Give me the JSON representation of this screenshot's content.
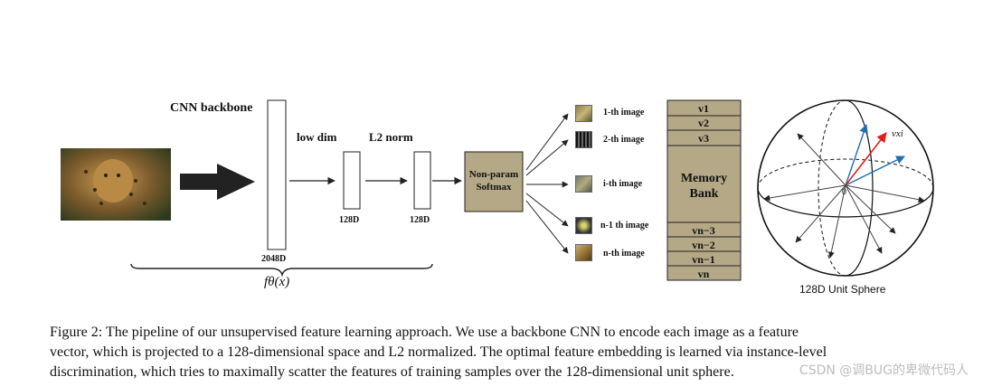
{
  "diagram": {
    "cnn_label": "CNN backbone",
    "low_dim_label": "low dim",
    "l2_norm_label": "L2 norm",
    "dim_2048": "2048D",
    "dim_128_a": "128D",
    "dim_128_b": "128D",
    "ftheta_label": "fθ(x)",
    "softmax_line1": "Non-param",
    "softmax_line2": "Softmax",
    "images": [
      {
        "label": "1-th image"
      },
      {
        "label": "2-th image"
      },
      {
        "label": "i-th image"
      },
      {
        "label": "n-1 th image"
      },
      {
        "label": "n-th image"
      }
    ],
    "memory_bank_label_line1": "Memory",
    "memory_bank_label_line2": "Bank",
    "memory_top": [
      "v1",
      "v2",
      "v3"
    ],
    "memory_bottom": [
      "vn−3",
      "vn−2",
      "vn−1",
      "vn"
    ],
    "sphere_label": "128D Unit Sphere",
    "sphere_origin": "0",
    "sphere_vector_label": "vxi"
  },
  "caption": {
    "line1": "Figure 2:  The pipeline of our unsupervised feature learning approach.  We use a backbone CNN to encode each image as a feature",
    "line2": "vector, which is projected to a 128-dimensional space and L2 normalized.  The optimal feature embedding is learned via instance-level",
    "line3": "discrimination, which tries to maximally scatter the features of training samples over the 128-dimensional unit sphere."
  },
  "watermark": "CSDN @调BUG的卑微代码人",
  "colors": {
    "box_fill": "#b4a886",
    "arrow_red": "#e02020",
    "arrow_blue": "#1f6fb3"
  }
}
